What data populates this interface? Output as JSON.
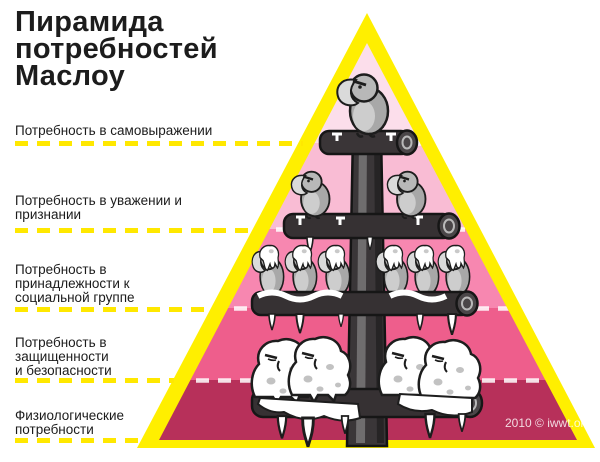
{
  "title": "Пирамида\nпотребностей\nМаслоу",
  "pyramid": {
    "outline_color": "#ffef00",
    "dash_color": "#ffe800",
    "levels": [
      {
        "rank": 1,
        "label": "Потребность в самовыражении",
        "color": "#fcdeeb"
      },
      {
        "rank": 2,
        "label": "Потребность в уважении и\nпризнании",
        "color": "#f9bcd4"
      },
      {
        "rank": 3,
        "label": "Потребность в\nпринадлежности к\nсоциальной группе",
        "color": "#f787b0"
      },
      {
        "rank": 4,
        "label": "Потребность в\nзащищенности\nи безопасности",
        "color": "#ee5e8c"
      },
      {
        "rank": 5,
        "label": "Физиологические\nпотребности",
        "color": "#b7305a"
      }
    ]
  },
  "watermark": "2010 © iwwt.org"
}
